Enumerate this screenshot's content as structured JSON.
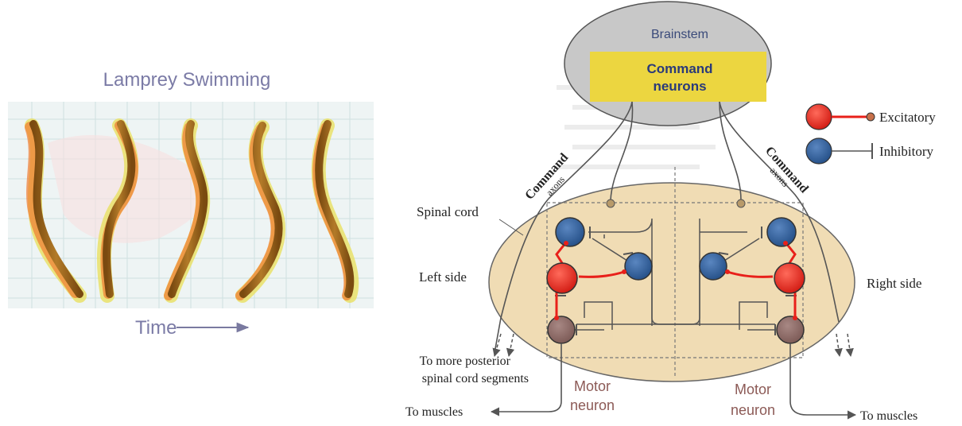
{
  "lamprey": {
    "title": "Lamprey Swimming",
    "time_label": "Time"
  },
  "circuit": {
    "brainstem_label": "Brainstem",
    "command_neurons_line1": "Command",
    "command_neurons_line2": "neurons",
    "command_axons_left_1": "Command",
    "command_axons_left_2": "axons",
    "command_axons_right_1": "Command",
    "command_axons_right_2": "axons",
    "spinal_cord_label": "Spinal cord",
    "left_side_label": "Left side",
    "right_side_label": "Right side",
    "posterior_line1": "To more posterior",
    "posterior_line2": "spinal cord segments",
    "motor_left_1": "Motor",
    "motor_left_2": "neuron",
    "motor_right_1": "Motor",
    "motor_right_2": "neuron",
    "to_muscles_left": "To muscles",
    "to_muscles_right": "To muscles"
  },
  "legend": {
    "excitatory_label": "Excitatory",
    "inhibitory_label": "Inhibitory"
  },
  "colors": {
    "excitatory": "#e8201a",
    "inhibitory": "#2f5f9a",
    "motor": "#8c6a66",
    "spinal_cord_fill": "#f0dcb4",
    "brainstem_fill": "#c8c8c8",
    "command_box": "#ecd640",
    "lamprey_body": "#a86a1c"
  }
}
